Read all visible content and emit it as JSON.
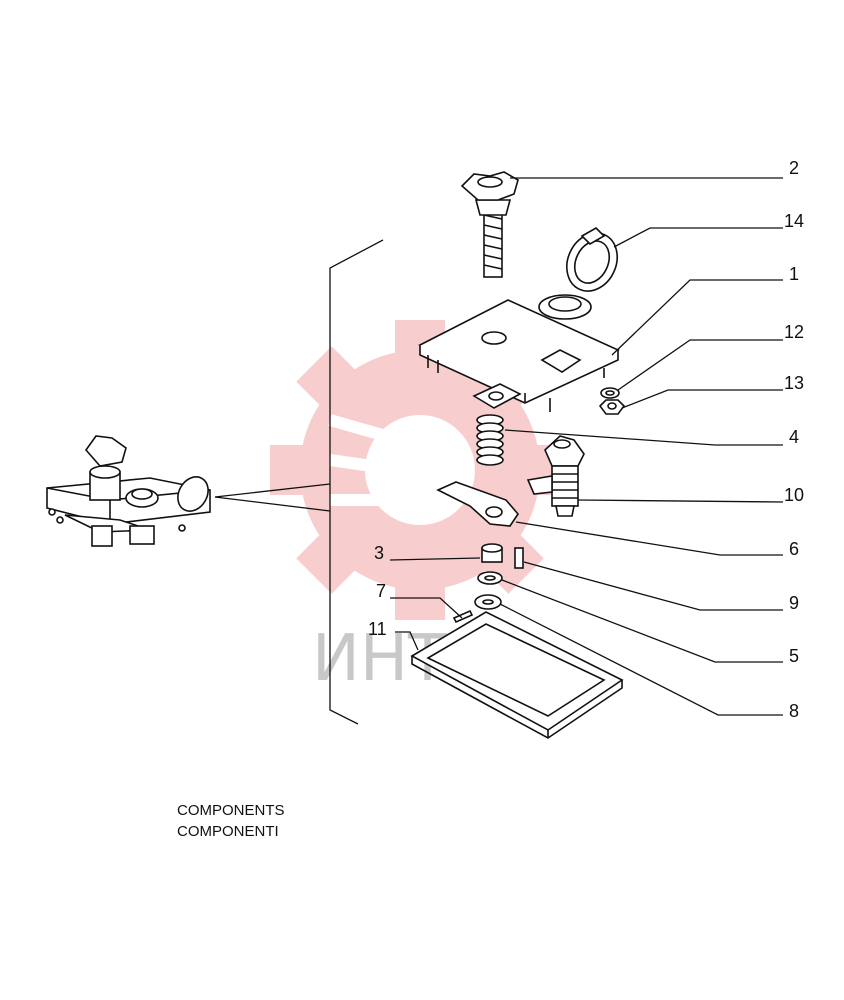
{
  "watermark": {
    "text": "ИНТЕХ",
    "color": "#f0a0a0"
  },
  "callouts": [
    {
      "id": "2",
      "label": "2"
    },
    {
      "id": "14",
      "label": "14"
    },
    {
      "id": "1",
      "label": "1"
    },
    {
      "id": "12",
      "label": "12"
    },
    {
      "id": "13",
      "label": "13"
    },
    {
      "id": "4",
      "label": "4"
    },
    {
      "id": "10",
      "label": "10"
    },
    {
      "id": "6",
      "label": "6"
    },
    {
      "id": "9",
      "label": "9"
    },
    {
      "id": "5",
      "label": "5"
    },
    {
      "id": "8",
      "label": "8"
    },
    {
      "id": "3",
      "label": "3"
    },
    {
      "id": "7",
      "label": "7"
    },
    {
      "id": "11",
      "label": "11"
    }
  ],
  "caption": {
    "line1": "COMPONENTS",
    "line2": "COMPONENTI"
  }
}
